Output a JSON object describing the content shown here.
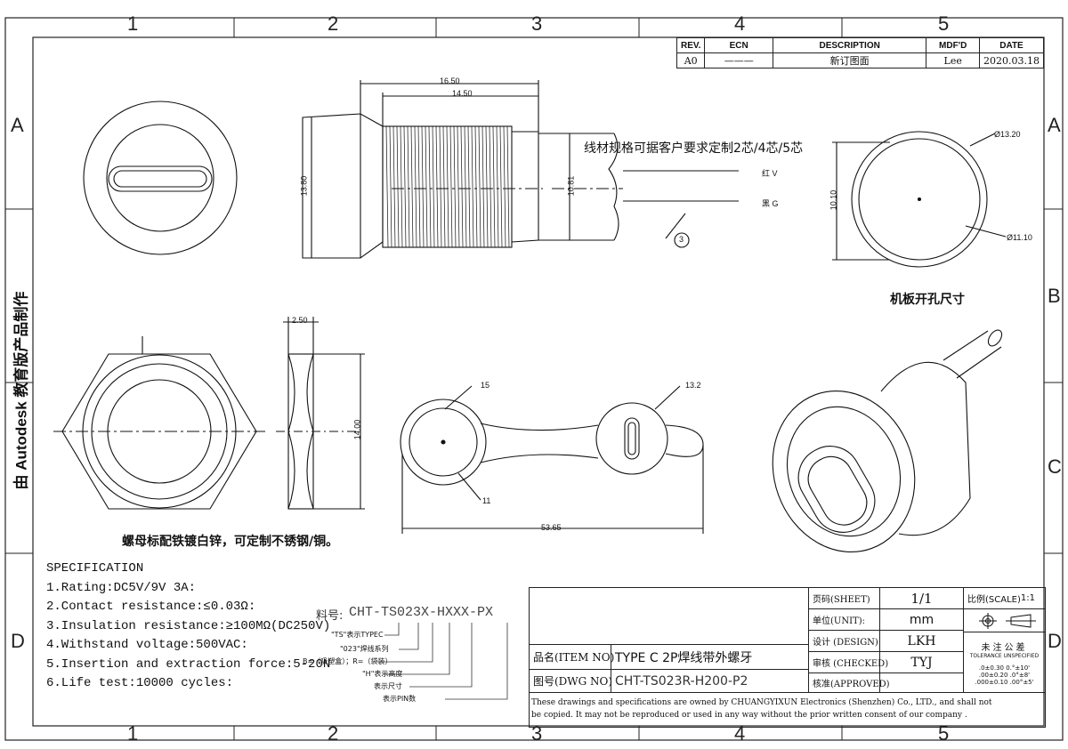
{
  "grid": {
    "columns": [
      "1",
      "2",
      "3",
      "4",
      "5"
    ],
    "rows": [
      "A",
      "B",
      "C",
      "D"
    ]
  },
  "watermark": "由 Autodesk 教育版产品制作",
  "revision_table": {
    "headers": [
      "REV.",
      "ECN",
      "DESCRIPTION",
      "MDF'D",
      "DATE"
    ],
    "row": [
      "A0",
      "———",
      "新订图面",
      "Lee",
      "2020.03.18"
    ]
  },
  "annotations": {
    "wire_note": "线材规格可据客户要求定制2芯/4芯/5芯",
    "panel_cut": "机板开孔尺寸",
    "nut_note": "螺母标配铁镀白锌，可定制不锈钢/铜。",
    "wire_red": "红 V",
    "wire_black": "黑 G",
    "callout_3": "3"
  },
  "dimensions": {
    "d1650": "16.50",
    "d1450": "14.50",
    "d1380": "13.80",
    "d1081": "10.81",
    "d1320": "Ø13.20",
    "d1110": "Ø11.10",
    "d1010": "10.10",
    "d250": "2.50",
    "d1400": "14.00",
    "d15": "15",
    "d132": "13.2",
    "d11": "11",
    "d5365": "53.65"
  },
  "specification": {
    "title": "SPECIFICATION",
    "items": [
      "1.Rating:DC5V/9V 3A:",
      "2.Contact resistance:≤0.03Ω:",
      "3.Insulation resistance:≥100MΩ(DC250V)",
      "4.Withstand voltage:500VAC:",
      "5.Insertion and extraction force:5-20N",
      "6.Life test:10000 cycles:"
    ]
  },
  "part_number": {
    "prefix": "料号:",
    "code": "CHT-TS023X-HXXX-PX",
    "legend": [
      "\"TS\"表示TYPEC",
      "\"023\"焊线系列",
      "B=（吸塑盒）；R=（袋装）",
      "\"H\"表示高度",
      "表示尺寸",
      "表示PIN数"
    ]
  },
  "title_block": {
    "sheet_label": "页码(SHEET)",
    "sheet_value": "1/1",
    "scale_label": "比例(SCALE)",
    "scale_value": "1:1",
    "unit_label": "单位(UNIT):",
    "unit_value": "mm",
    "design_label": "设计 (DESIGN)",
    "design_value": "LKH",
    "checked_label": "审核 (CHECKED)",
    "checked_value": "TYJ",
    "approved_label": "核准(APPROVED)",
    "item_label": "品名(ITEM NO)",
    "item_value": "TYPE C 2P焊线带外螺牙",
    "dwg_label": "图号(DWG NO)",
    "dwg_value": "CHT-TS023R-H200-P2",
    "tolerance_title": "未注公差",
    "tolerance_sub": "TOLERANCE UNSPECIFIED",
    "tol_1": ".0±0.30   0.°±10'",
    "tol_2": ".00±0.20  .0°±8'",
    "tol_3": ".000±0.10 .00°±5'",
    "copyright_1": "These drawings and specifications are owned by CHUANGYIXUN Electronics (Shenzhen) Co., LTD., and shall not",
    "copyright_2": "be copied. It may not be reproduced or used in any way without the prior written consent of our company ."
  }
}
